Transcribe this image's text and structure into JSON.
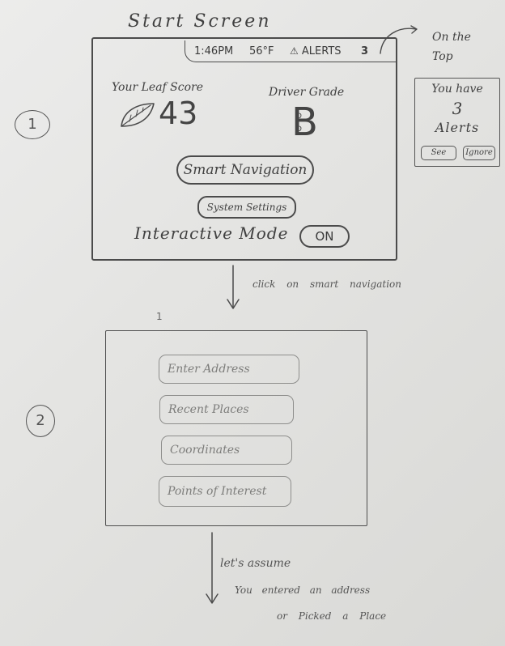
{
  "title": "Start Screen",
  "top_note": "On the Top",
  "step_labels": [
    "1",
    "2"
  ],
  "screen1": {
    "status": {
      "time": "1:46PM",
      "temp": "56°F",
      "alerts_label": "ALERTS",
      "alerts_count": "3"
    },
    "leaf_score": {
      "label": "Your Leaf Score",
      "value": "43"
    },
    "driver_grade": {
      "label": "Driver Grade",
      "value": "B",
      "sub": [
        "D",
        "D"
      ]
    },
    "smart_nav_label": "Smart Navigation",
    "system_settings_label": "System Settings",
    "interactive_mode": {
      "label": "Interactive Mode",
      "toggle": "ON"
    }
  },
  "alert_popup": {
    "line1": "You have",
    "count": "3",
    "line2": "Alerts",
    "see": "See",
    "ignore": "Ignore"
  },
  "transition1": "click on smart navigation",
  "screen2": {
    "marker": "1",
    "options": [
      "Enter Address",
      "Recent Places",
      "Coordinates",
      "Points of Interest"
    ]
  },
  "transition2": [
    "let's assume",
    "You entered an address",
    "or Picked a Place"
  ]
}
